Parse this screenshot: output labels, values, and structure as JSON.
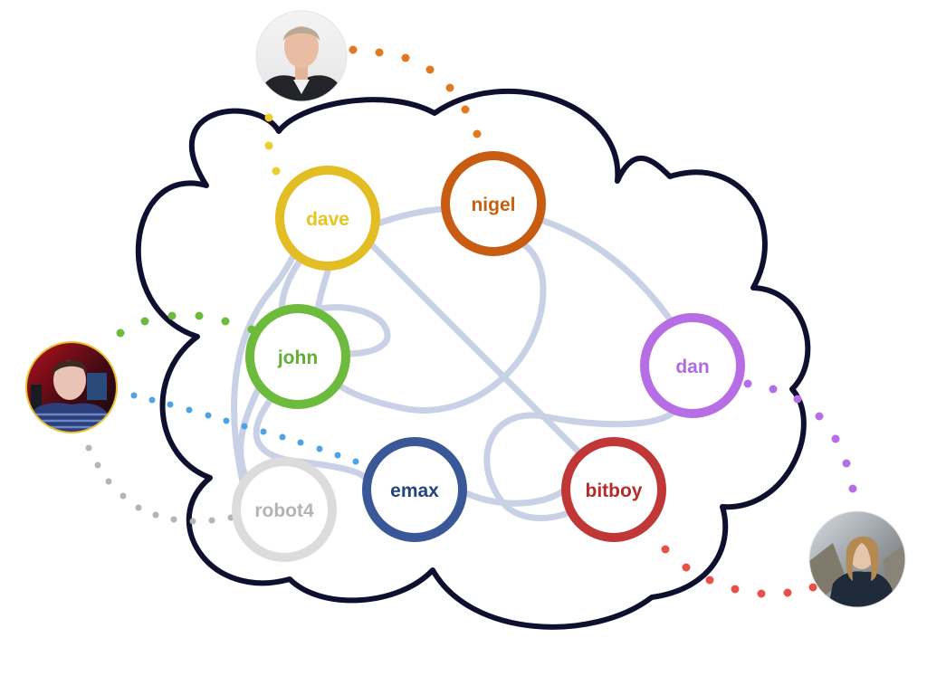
{
  "colors": {
    "cloud_outline": "#0f1030",
    "links": "#c9d1e6",
    "background": "#ffffff"
  },
  "nodes": [
    {
      "id": "dave",
      "label": "dave",
      "color": "#e2bd24",
      "text_color": "#e8c41e"
    },
    {
      "id": "nigel",
      "label": "nigel",
      "color": "#c75c12",
      "text_color": "#c9600e"
    },
    {
      "id": "john",
      "label": "john",
      "color": "#6cbb3c",
      "text_color": "#5fae35"
    },
    {
      "id": "dan",
      "label": "dan",
      "color": "#b76ee4",
      "text_color": "#b06ae2"
    },
    {
      "id": "emax",
      "label": "emax",
      "color": "#3a5797",
      "text_color": "#24447f"
    },
    {
      "id": "bitboy",
      "label": "bitboy",
      "color": "#c13636",
      "text_color": "#b52b2b"
    },
    {
      "id": "robot4",
      "label": "robot4",
      "color": "#dcdcdc",
      "text_color": "#b4b4b4"
    }
  ],
  "people": [
    {
      "id": "person-top",
      "connects_to": [
        "nigel",
        "dave"
      ]
    },
    {
      "id": "person-left",
      "connects_to": [
        "john",
        "emax",
        "robot4"
      ]
    },
    {
      "id": "person-bottom-right",
      "connects_to": [
        "dan",
        "bitboy"
      ]
    }
  ]
}
